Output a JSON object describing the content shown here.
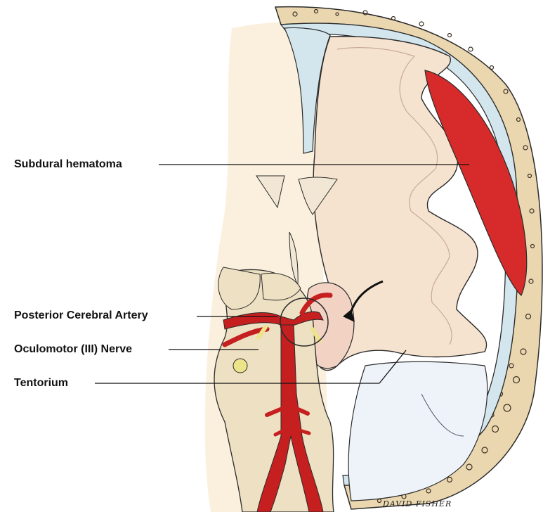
{
  "labels": {
    "subdural_hematoma": "Subdural hematoma",
    "posterior_cerebral_artery": "Posterior Cerebral Artery",
    "oculomotor_nerve": "Oculomotor (III) Nerve",
    "tentorium": "Tentorium"
  },
  "signature": "DAVID FISHER",
  "colors": {
    "skull_bone": "#ead7b0",
    "bone_pores": "#3b2f22",
    "dura": "#d3e6ee",
    "brain": "#f6e3cf",
    "brain_edge": "#f1d2c3",
    "background_tissue": "#fbf2e3",
    "hematoma": "#d72a2a",
    "artery": "#c51f1f",
    "nerve": "#ece38a",
    "brainstem": "#eee0c2",
    "tentorium": "#eef3fa",
    "outline": "#2b2b2b"
  }
}
